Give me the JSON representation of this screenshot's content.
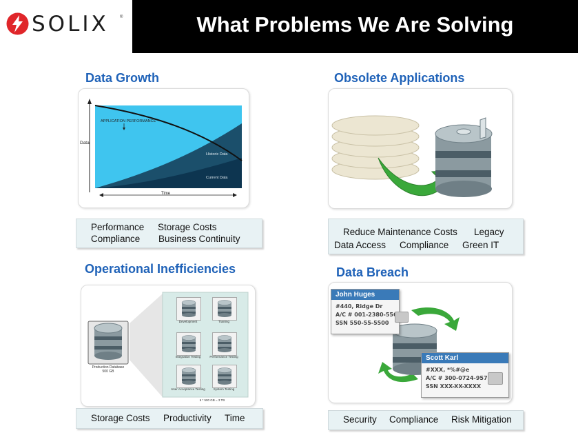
{
  "header": {
    "logo_text": "SOLIX",
    "logo_mark": "®",
    "title": "What Problems We Are Solving"
  },
  "sections": {
    "data_growth": {
      "title": "Data Growth",
      "chart": {
        "y_label": "Data",
        "x_label": "Time",
        "annotation": "APPLICATION PERFORMANCE",
        "historic_label": "Historic Data",
        "current_label": "Current Data"
      },
      "tags": [
        "Performance",
        "Storage Costs",
        "Compliance",
        "Business Continuity"
      ]
    },
    "obsolete_apps": {
      "title": "Obsolete Applications",
      "tags": [
        "Reduce Maintenance Costs",
        "Legacy",
        "Data Access",
        "Compliance",
        "Green IT"
      ]
    },
    "operational": {
      "title": "Operational Inefficiencies",
      "production_label": "Production Database",
      "production_size": "500 GB",
      "copies": [
        "Development",
        "Training",
        "Integration Testing",
        "Performance Testing",
        "User Acceptance Testing",
        "System Testing"
      ],
      "formula": "6 * 500 GB = 3 TB",
      "tags": [
        "Storage Costs",
        "Productivity",
        "Time"
      ]
    },
    "data_breach": {
      "title": "Data Breach",
      "card1": {
        "name": "John Huges",
        "line1": "#440, Ridge Dr",
        "line2": "A/C # 001-2380-556",
        "line3": "SSN 550-55-5500"
      },
      "card2": {
        "name": "Scott Karl",
        "line1": "#XXX, *%#@e",
        "line2": "A/C # 300-0724-957",
        "line3": "SSN XXX-XX-XXXX"
      },
      "tags": [
        "Security",
        "Compliance",
        "Risk Mitigation"
      ]
    }
  },
  "colors": {
    "brand_red": "#e0262a",
    "title_blue": "#1f62b8",
    "chart_light": "#3fc5ef",
    "chart_mid": "#1b4f6b",
    "chart_dark": "#0d3550",
    "arrow_green": "#3aa83a"
  }
}
